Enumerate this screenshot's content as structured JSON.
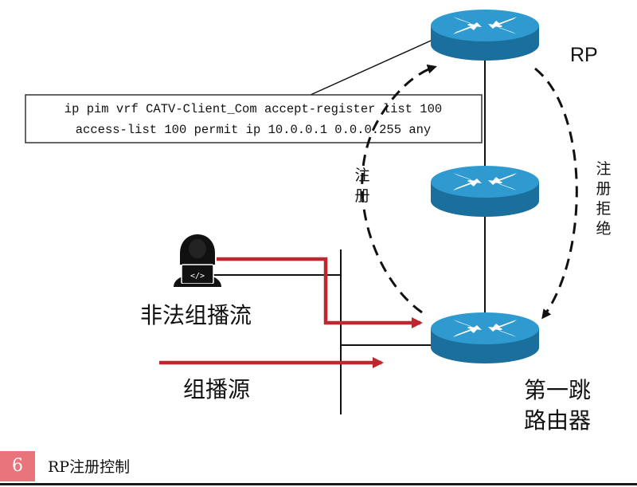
{
  "config_box": {
    "line1": "ip pim vrf CATV-Client_Com accept-register list 100",
    "line2": "access-list 100 permit ip 10.0.0.1 0.0.0.255 any"
  },
  "labels": {
    "rp": "RP",
    "register_1": "注",
    "register_2": "册",
    "reject_1": "注",
    "reject_2": "册",
    "reject_3": "拒",
    "reject_4": "绝",
    "illegal_stream": "非法组播流",
    "multicast_source": "组播源",
    "first_hop_1": "第一跳",
    "first_hop_2": "路由器"
  },
  "icons": {
    "router": "router-icon",
    "hacker": "hacker-icon"
  },
  "colors": {
    "router_fill": "#1d84b5",
    "router_top": "#3aa3d4",
    "illegal_flow": "#c0262d",
    "source_flow": "#c0262d",
    "caption_badge": "#e8757b"
  },
  "caption": {
    "number": "6",
    "title": "RP注册控制"
  }
}
